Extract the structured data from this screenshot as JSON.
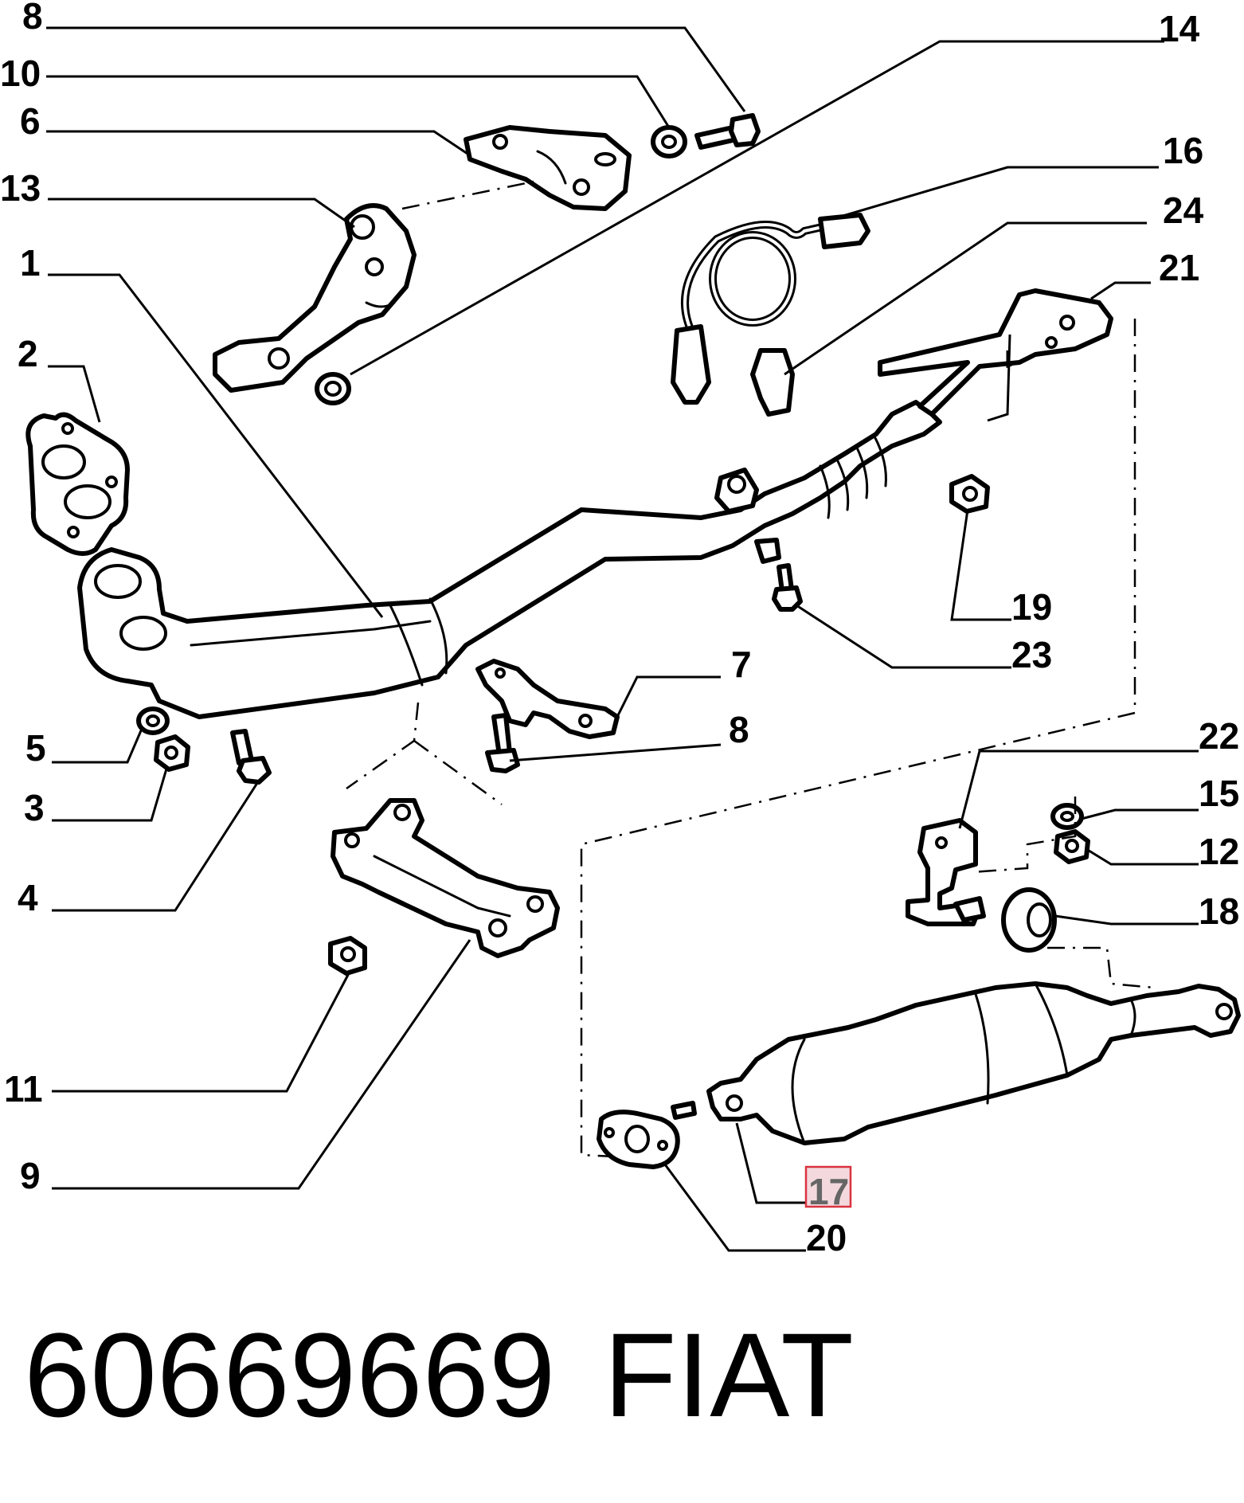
{
  "callouts": {
    "c8a": "8",
    "c10": "10",
    "c6": "6",
    "c13": "13",
    "c1": "1",
    "c2": "2",
    "c14": "14",
    "c16": "16",
    "c24": "24",
    "c21": "21",
    "c19": "19",
    "c23": "23",
    "c7": "7",
    "c8b": "8",
    "c5": "5",
    "c3": "3",
    "c4": "4",
    "c22": "22",
    "c15": "15",
    "c12": "12",
    "c18": "18",
    "c11": "11",
    "c9": "9",
    "c17": "17",
    "c20": "20"
  },
  "highlighted_callout": "17",
  "colors": {
    "highlight_fill": "#f3d9de",
    "highlight_stroke": "#d9333f",
    "line": "#000000"
  },
  "footer": {
    "part_number": "60669669",
    "brand": "FIAT"
  }
}
